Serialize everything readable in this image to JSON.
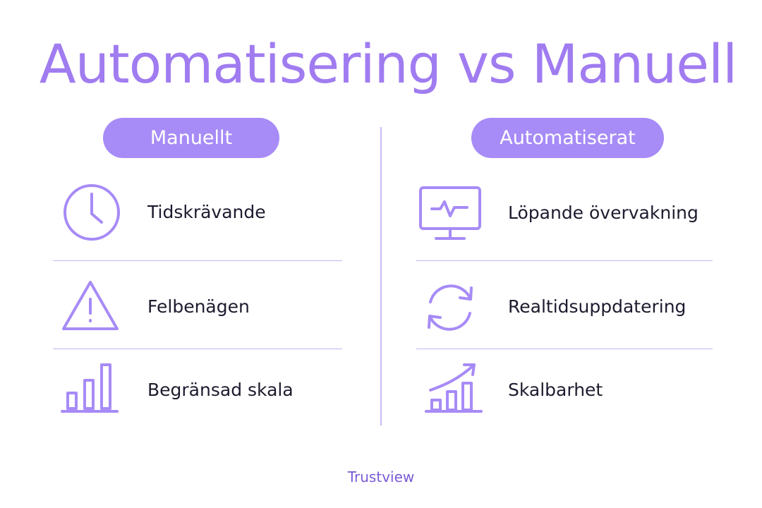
{
  "title": "Automatisering vs Manuell",
  "columns": [
    {
      "header": "Manuellt",
      "items": [
        {
          "label": "Tidskrävande",
          "icon": "clock-icon"
        },
        {
          "label": "Felbenägen",
          "icon": "warning-icon"
        },
        {
          "label": "Begränsad skala",
          "icon": "bar-chart-icon"
        }
      ]
    },
    {
      "header": "Automatiserat",
      "items": [
        {
          "label": "Löpande övervakning",
          "icon": "monitor-pulse-icon"
        },
        {
          "label": "Realtidsuppdatering",
          "icon": "refresh-icon"
        },
        {
          "label": "Skalbarhet",
          "icon": "growth-chart-icon"
        }
      ]
    }
  ],
  "brand": "Trustview",
  "colors": {
    "accent": "#a78bf6",
    "title": "#a07cf0",
    "text": "#1d1b2e"
  }
}
